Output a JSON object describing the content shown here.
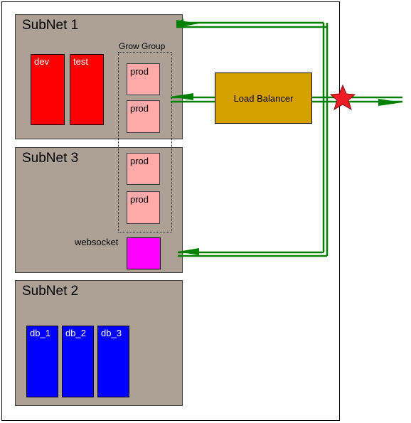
{
  "subnets": [
    {
      "title": "SubNet 1"
    },
    {
      "title": "SubNet 3"
    },
    {
      "title": "SubNet 2"
    }
  ],
  "subnet1": {
    "dev_label": "dev",
    "test_label": "test"
  },
  "grow_group": {
    "label": "Grow Group",
    "prod_labels": [
      "prod",
      "prod",
      "prod",
      "prod"
    ]
  },
  "websocket": {
    "label": "websocket"
  },
  "subnet2": {
    "db_labels": [
      "db_1",
      "db_2",
      "db_3"
    ]
  },
  "load_balancer": {
    "label": "Load Balancer"
  },
  "colors": {
    "subnet_fill": "#ada095",
    "env_fill": "#ff0000",
    "prod_fill": "#ffaaaa",
    "db_fill": "#0000ff",
    "websocket_fill": "#ff00ff",
    "load_balancer_fill": "#d4a100",
    "connector": "#008000",
    "star": "#ee1c25"
  }
}
